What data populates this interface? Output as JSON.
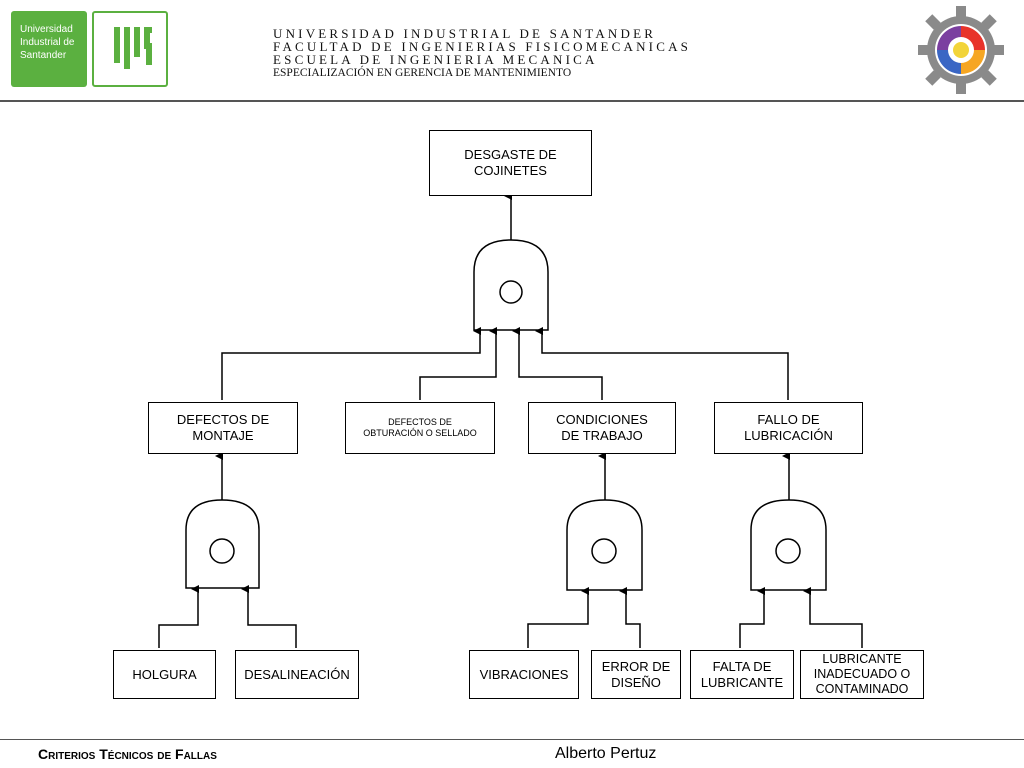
{
  "header": {
    "logo_text": [
      "Universidad",
      "Industrial de",
      "Santander"
    ],
    "lines": [
      "UNIVERSIDAD INDUSTRIAL DE SANTANDER",
      "FACULTAD DE  INGENIERIAS FISICOMECANICAS",
      "ESCUELA DE INGENIERIA MECANICA",
      "ESPECIALIZACIÓN EN GERENCIA DE MANTENIMIENTO"
    ]
  },
  "diagram": {
    "top_event": "DESGASTE DE\nCOJINETES",
    "intermediate": {
      "montaje": "DEFECTOS DE\nMONTAJE",
      "obturacion": "DEFECTOS DE\nOBTURACIÓN O SELLADO",
      "condiciones": "CONDICIONES\nDE TRABAJO",
      "lubricacion": "FALLO DE\nLUBRICACIÓN"
    },
    "basic": {
      "holgura": "HOLGURA",
      "desalineacion": "DESALINEACIÓN",
      "vibraciones": "VIBRACIONES",
      "error_diseno": "ERROR DE\nDISEÑO",
      "falta_lubricante": "FALTA DE\nLUBRICANTE",
      "lubricante_inadecuado": "LUBRICANTE\nINADECUADO O\nCONTAMINADO"
    }
  },
  "footer": {
    "title": "Criterios Técnicos de Fallas",
    "author": "Alberto Pertuz"
  }
}
